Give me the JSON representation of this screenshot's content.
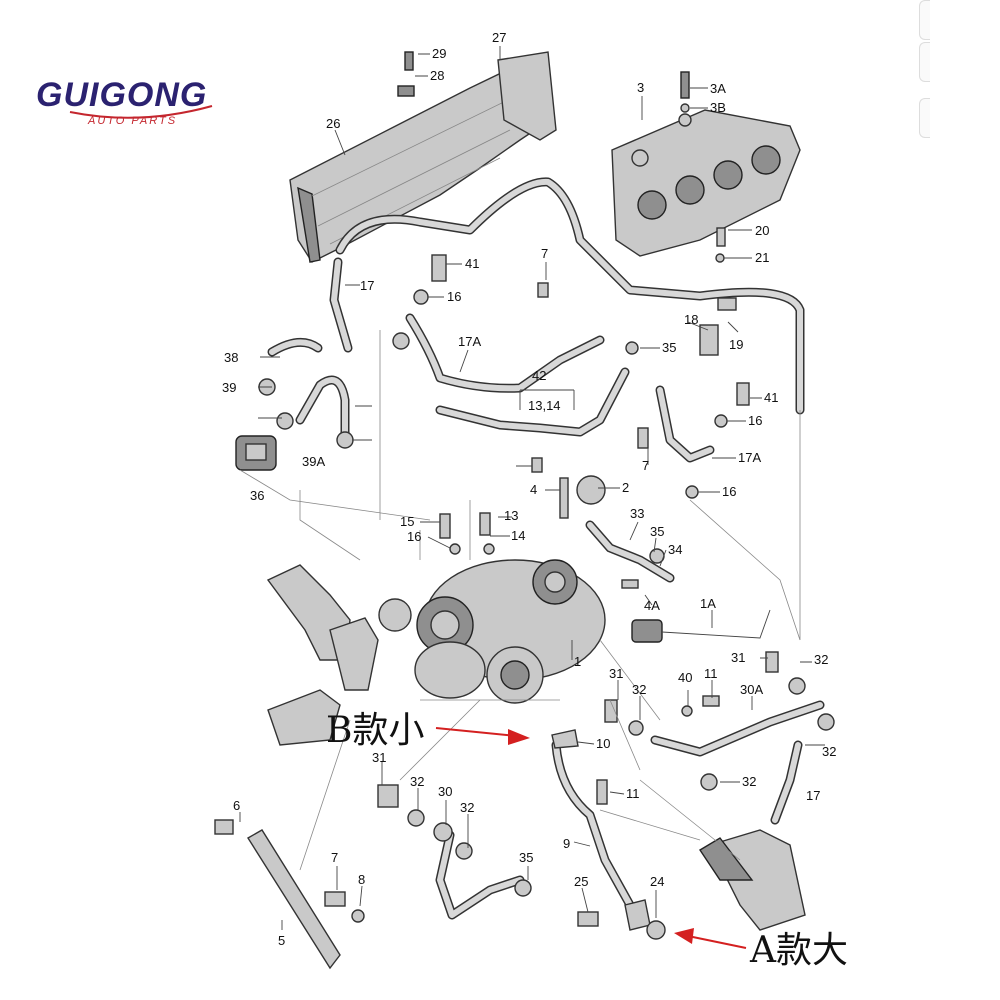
{
  "logo": {
    "brand": "GUIGONG",
    "sub": "AUTO PARTS",
    "color": "#2b2270",
    "accent": "#c4262e"
  },
  "annotations": {
    "b_small": "B款小",
    "a_large": "A款大",
    "arrow_color": "#d42020"
  },
  "part_numbers": [
    "29",
    "28",
    "27",
    "26",
    "3",
    "3A",
    "3B",
    "20",
    "21",
    "41",
    "16",
    "17",
    "7",
    "18",
    "35",
    "19",
    "38",
    "39",
    "17A",
    "42",
    "13,14",
    "39A",
    "36",
    "7",
    "41",
    "16",
    "17A",
    "4",
    "2",
    "16",
    "15",
    "16",
    "13",
    "14",
    "33",
    "35",
    "34",
    "4A",
    "1A",
    "1",
    "31",
    "32",
    "40",
    "11",
    "30A",
    "31",
    "32",
    "10",
    "32",
    "32",
    "11",
    "31",
    "32",
    "30",
    "32",
    "9",
    "17",
    "35",
    "6",
    "7",
    "8",
    "25",
    "24",
    "5"
  ]
}
